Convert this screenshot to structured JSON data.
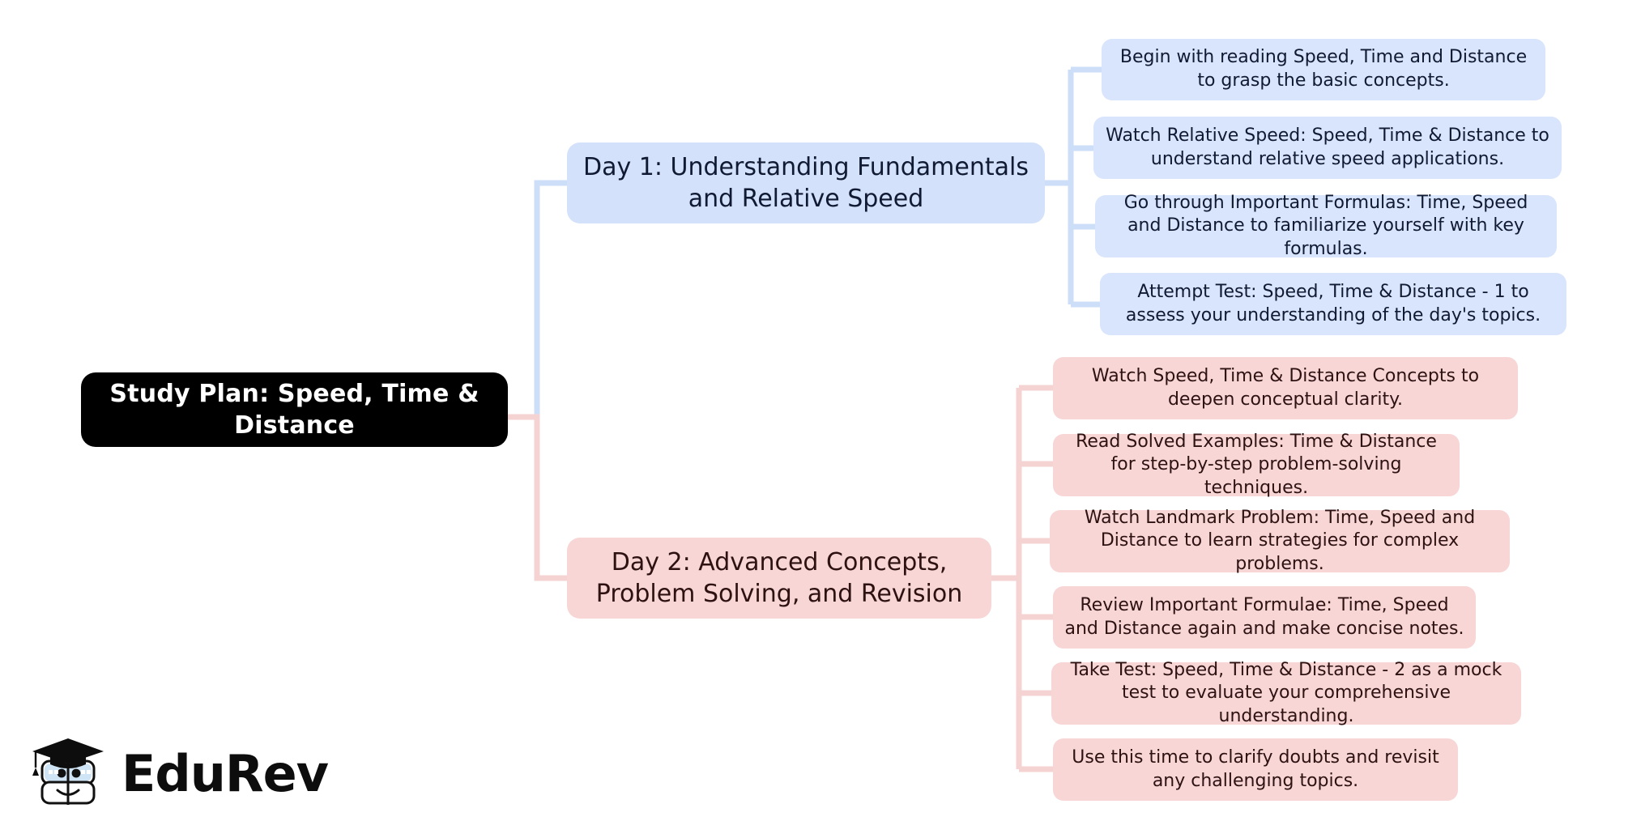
{
  "title": "Study Plan: Speed, Time & Distance mind map",
  "colors": {
    "root_bg": "#000000",
    "root_text": "#ffffff",
    "blue_branch_bg": "#d4e1fb",
    "blue_leaf_bg": "#d9e5fc",
    "blue_text": "#101a32",
    "pink_bg": "#f8d6d6",
    "pink_text": "#2e1212",
    "blue_connector": "#cddef8",
    "pink_connector": "#f6d3d3",
    "logo_text": "#0d0d0d"
  },
  "root": {
    "label": "Study Plan: Speed, Time & Distance"
  },
  "branches": [
    {
      "id": "day-1",
      "label": "Day 1: Understanding Fundamentals and Relative Speed",
      "color": "blue",
      "children": [
        {
          "label": "Begin with reading Speed, Time and Distance to grasp the basic concepts."
        },
        {
          "label": "Watch Relative Speed: Speed, Time & Distance to understand relative speed applications."
        },
        {
          "label": "Go through Important Formulas: Time, Speed and Distance to familiarize yourself with key formulas."
        },
        {
          "label": "Attempt Test: Speed, Time & Distance - 1 to assess your understanding of the day's topics."
        }
      ]
    },
    {
      "id": "day-2",
      "label": "Day 2: Advanced Concepts, Problem Solving, and Revision",
      "color": "pink",
      "children": [
        {
          "label": "Watch Speed, Time & Distance Concepts to deepen conceptual clarity."
        },
        {
          "label": "Read Solved Examples: Time & Distance for step-by-step problem-solving techniques."
        },
        {
          "label": "Watch Landmark Problem: Time, Speed and Distance to learn strategies for complex problems."
        },
        {
          "label": "Review Important Formulae: Time, Speed and Distance again and make concise notes."
        },
        {
          "label": "Take Test: Speed, Time & Distance - 2 as a mock test to evaluate your comprehensive understanding."
        },
        {
          "label": "Use this time to clarify doubts and revisit any challenging topics."
        }
      ]
    }
  ],
  "logo": {
    "wordmark": "EduRev",
    "icon": "graduation-cap-book-mascot"
  }
}
